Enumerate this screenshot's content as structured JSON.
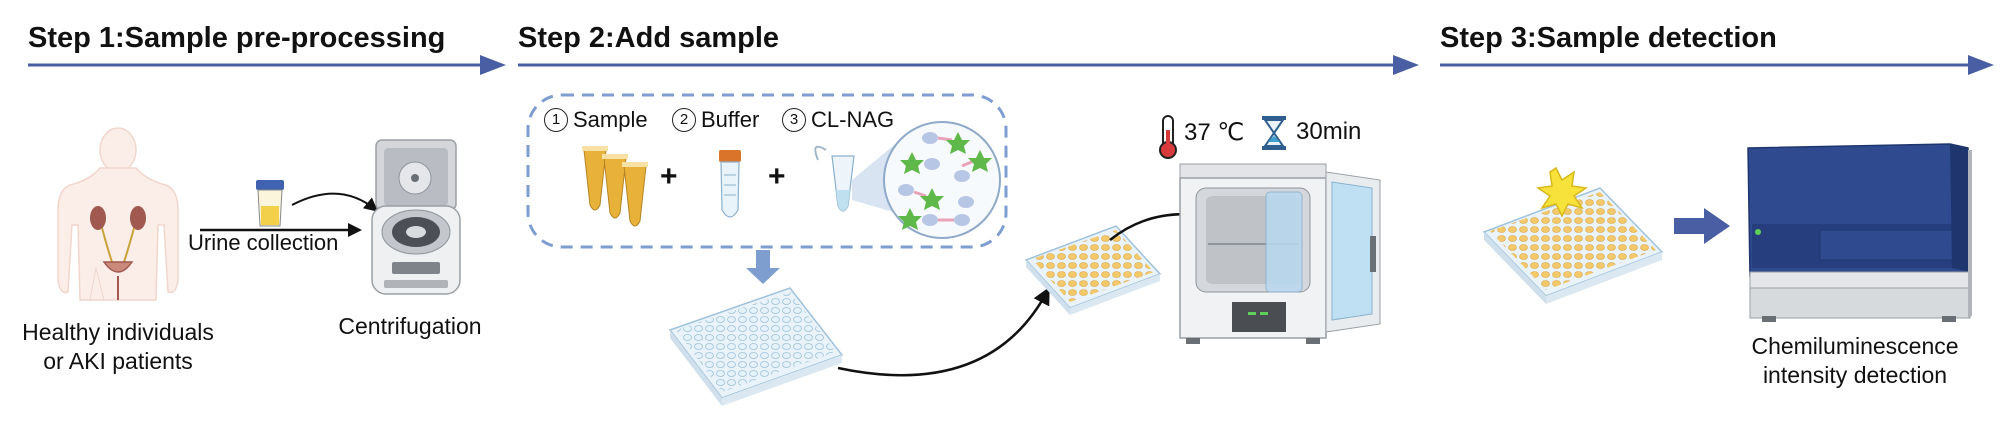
{
  "steps": [
    {
      "title": "Step 1:Sample pre-processing"
    },
    {
      "title": "Step 2:Add sample"
    },
    {
      "title": "Step 3:Sample detection"
    }
  ],
  "step1": {
    "subject_label_line1": "Healthy individuals",
    "subject_label_line2": "or AKI patients",
    "urine_label": "Urine collection",
    "centrifuge_label": "Centrifugation"
  },
  "step2": {
    "reagents": [
      {
        "num": "1",
        "label": "Sample"
      },
      {
        "num": "2",
        "label": "Buffer"
      },
      {
        "num": "3",
        "label": "CL-NAG"
      }
    ],
    "plus": "+",
    "temperature": "37 ℃",
    "time": "30min"
  },
  "step3": {
    "detection_label_line1": "Chemiluminescence",
    "detection_label_line2": "intensity detection"
  },
  "colors": {
    "arrow": "#4a5fa3",
    "dashed_box": "#7f9ed0",
    "plate_blue": "#cfe3f0",
    "plate_yellow": "#f3c566",
    "instrument_blue": "#2f4a8f"
  }
}
